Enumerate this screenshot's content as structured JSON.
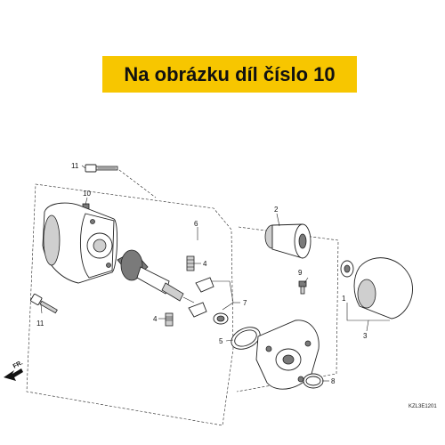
{
  "banner": {
    "text": "Na obrázku díl číslo 10",
    "color": "#f7c600"
  },
  "diagram_code": "KZL3E1201",
  "front_label": "FR.",
  "callouts": {
    "c1": "1",
    "c2": "2",
    "c3": "3",
    "c4a": "4",
    "c4b": "4",
    "c5": "5",
    "c6": "6",
    "c7": "7",
    "c8": "8",
    "c9": "9",
    "c10": "10",
    "c11a": "11",
    "c11b": "11"
  },
  "icons": [
    "front-arrow-icon"
  ]
}
